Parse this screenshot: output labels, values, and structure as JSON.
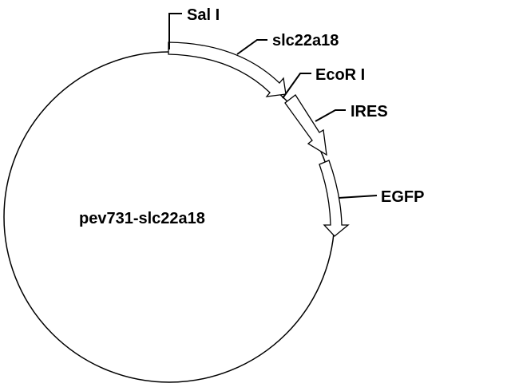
{
  "plasmid": {
    "name": "pev731-slc22a18"
  },
  "sites": {
    "sal1": "Sal I",
    "ecor1": "EcoR I"
  },
  "features": {
    "slc22a18": "slc22a18",
    "ires": "IRES",
    "egfp": "EGFP"
  },
  "colors": {
    "line": "#000000",
    "background": "#ffffff",
    "arrow_fill": "#ffffff"
  }
}
